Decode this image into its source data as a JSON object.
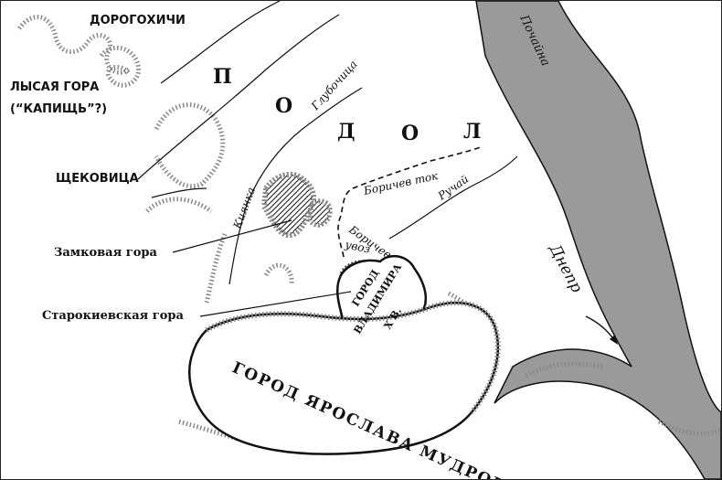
{
  "labels": {
    "dorogozhichi": "ДОРОГОХИЧИ",
    "lysaya_gora_1": "ЛЫСАЯ ГОРА",
    "lysaya_gora_2": "(“КАПИЩЬ”?)",
    "shchekovitsa": "ЩЕКОВИЦА",
    "podol_letters": [
      "П",
      "О",
      "Д",
      "О",
      "Л"
    ],
    "pochaina": "Почайна",
    "glubochitsa": "Глубочица",
    "kiyanka": "Киянка",
    "borichev_tok": "Боричев ток",
    "ruchay": "Ручай",
    "borichev": "Боричев",
    "uvoz": "увоз",
    "zamkovaya_gora": "Замковая гора",
    "starokievskaya_gora": "Старокиевская гора",
    "gorod_vladimira_1": "ГОРОД",
    "gorod_vladimira_2": "ВЛАДИМИРА",
    "gorod_vladimira_3": "X В.",
    "gorod_yaroslava": "ГОРОД ЯРОСЛАВА МУДРОГО",
    "dnepr": "Днепр"
  },
  "colors": {
    "river": "#9a9a9a",
    "ink": "#111111",
    "paper": "#ffffff"
  }
}
